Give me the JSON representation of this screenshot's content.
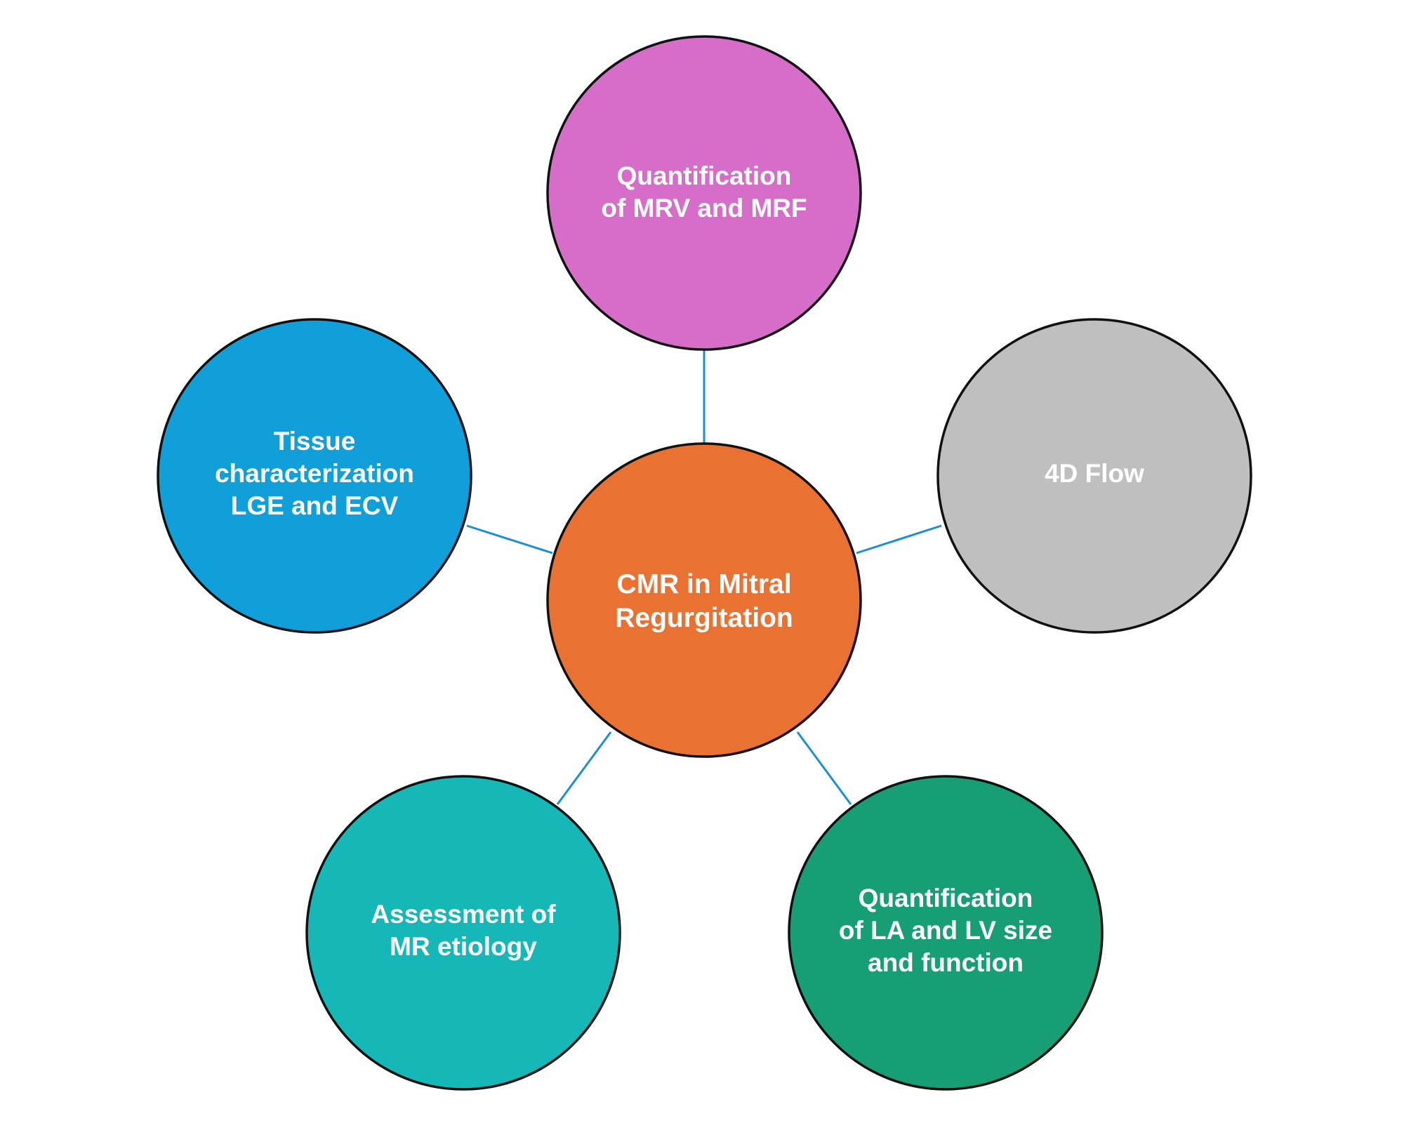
{
  "center": {
    "lines": [
      "CMR in Mitral",
      "Regurgitation"
    ],
    "color": "#E97132"
  },
  "nodes": [
    {
      "id": "top",
      "lines": [
        "Quantification",
        "of MRV and MRF"
      ],
      "color": "#D56DC9"
    },
    {
      "id": "right",
      "lines": [
        "4D Flow"
      ],
      "color": "#BFBFBF"
    },
    {
      "id": "bottom-right",
      "lines": [
        "Quantification",
        "of LA and LV size",
        "and function"
      ],
      "color": "#189E74"
    },
    {
      "id": "bottom-left",
      "lines": [
        "Assessment of",
        "MR etiology"
      ],
      "color": "#15B8B7"
    },
    {
      "id": "left",
      "lines": [
        "Tissue",
        "characterization",
        "LGE and ECV"
      ],
      "color": "#109FD8"
    }
  ]
}
